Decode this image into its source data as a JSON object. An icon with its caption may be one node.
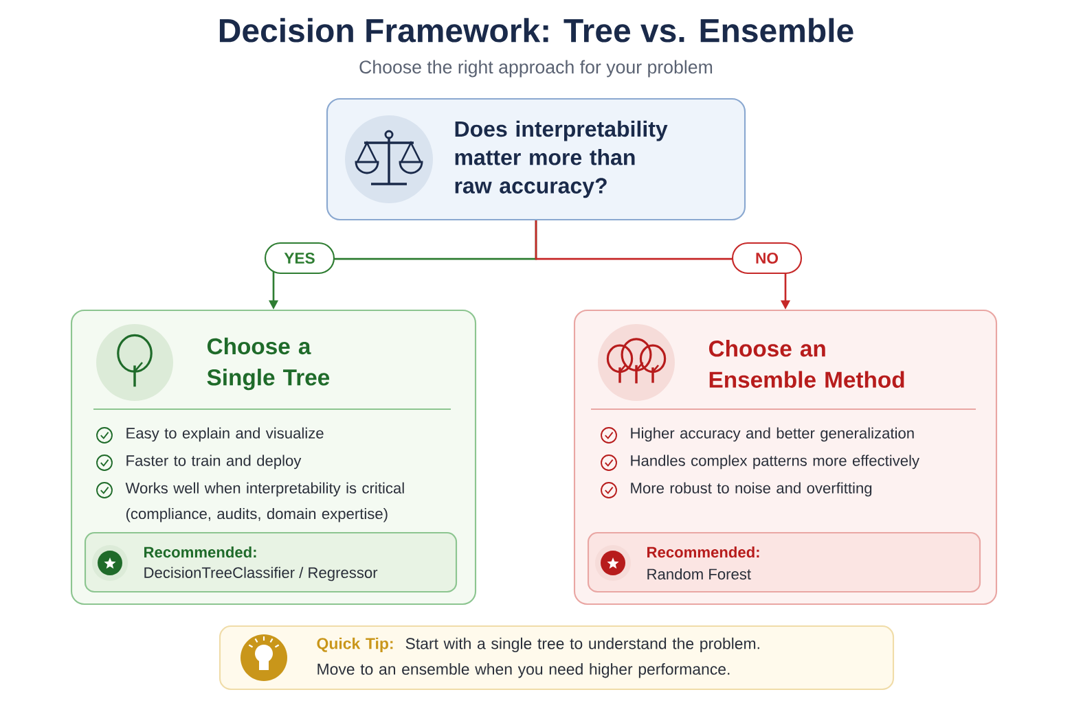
{
  "diagram": {
    "title": "Decision Framework: Tree vs. Ensemble",
    "caption": "Choose the right approach for your problem",
    "nodes": [
      {
        "text": [
          "Does interpretability matter more than raw accuracy?"
        ]
      },
      {
        "text": [
          "Choose a Single Tree",
          "Easy to explain and visualize",
          "Faster to train and deploy",
          "Works well when interpretability is critical (compliance, audits, domain expertise)"
        ]
      },
      {
        "text": [
          "Recommended:",
          "DecisionTreeClassifier / Regressor"
        ],
        "in": 1
      },
      {
        "text": [
          "Choose an Ensemble Method",
          "Higher accuracy and better generalization",
          "Handles complex patterns more effectively",
          "More robust to noise and overfitting"
        ]
      },
      {
        "text": [
          "Recommended:",
          "Random Forest"
        ],
        "in": 3
      },
      {
        "text": [
          "Quick Tip:",
          "Start with a single tree to understand the problem. Move to an ensemble when you need higher performance."
        ]
      }
    ],
    "edges": [
      {
        "from": 0,
        "to": 1,
        "arrow": "to",
        "label": "YES",
        "color": "#2e7d32"
      },
      {
        "from": 0,
        "to": 3,
        "arrow": "to",
        "label": "NO",
        "color": "#c62828"
      }
    ]
  }
}
